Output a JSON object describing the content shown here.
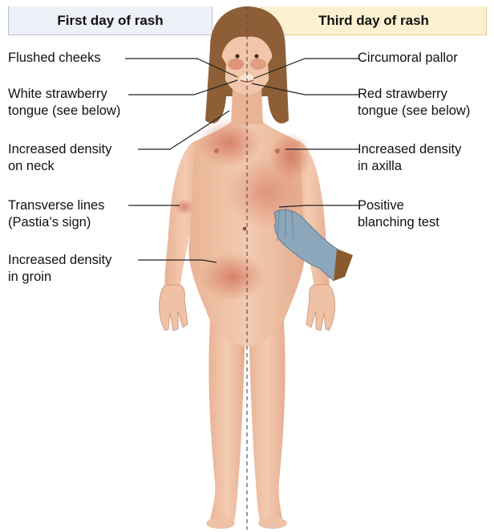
{
  "headers": {
    "left": "First day of rash",
    "right": "Third day of rash"
  },
  "left_labels": [
    {
      "line1": "Flushed cheeks",
      "line2": ""
    },
    {
      "line1": "White strawberry",
      "line2": "tongue (see below)"
    },
    {
      "line1": "Increased density",
      "line2": "on neck"
    },
    {
      "line1": "Transverse lines",
      "line2": "(Pastia’s sign)"
    },
    {
      "line1": "Increased density",
      "line2": "in groin"
    }
  ],
  "right_labels": [
    {
      "line1": "Circumoral pallor",
      "line2": ""
    },
    {
      "line1": "Red strawberry",
      "line2": "tongue (see below)"
    },
    {
      "line1": "Increased density",
      "line2": "in axilla"
    },
    {
      "line1": "Positive",
      "line2": "blanching test"
    }
  ],
  "colors": {
    "skin": "#efc2a6",
    "skin_shadow": "#dd9478",
    "rash": "#cf6c55",
    "hair": "#8e5f37",
    "glove": "#8ca7bb",
    "leader_line": "#222222"
  }
}
